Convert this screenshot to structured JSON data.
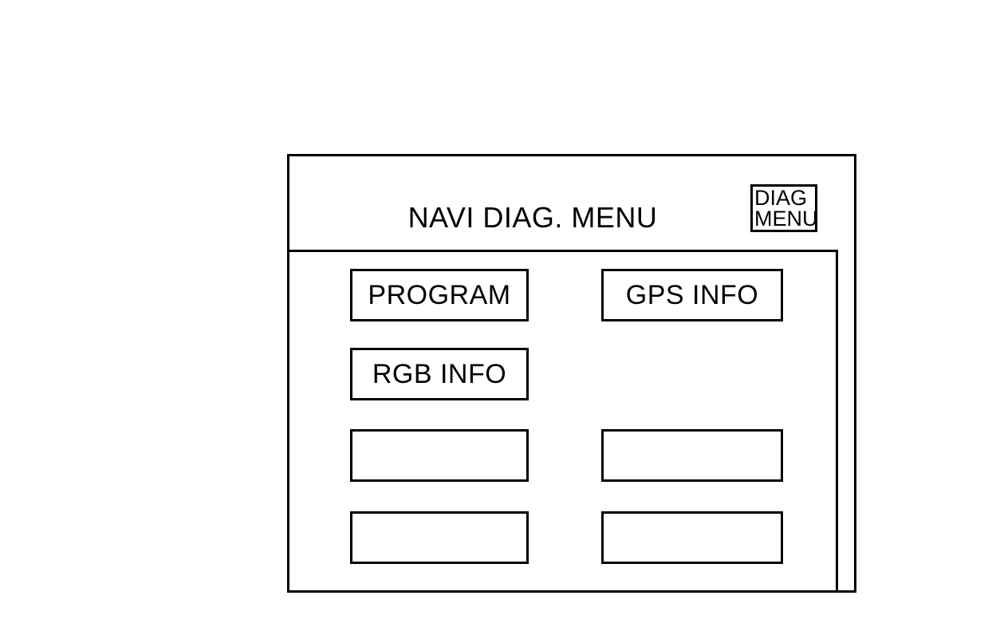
{
  "screen": {
    "header": {
      "title": "NAVI DIAG. MENU",
      "diag_menu_button": {
        "lines": [
          "DIAG",
          "MENU"
        ]
      }
    },
    "menu": {
      "buttons": [
        {
          "label": "PROGRAM"
        },
        {
          "label": "GPS INFO"
        },
        {
          "label": "RGB INFO"
        },
        {
          "label": ""
        },
        {
          "label": ""
        },
        {
          "label": ""
        },
        {
          "label": ""
        }
      ]
    },
    "colors": {
      "line": "#000000",
      "background": "#ffffff"
    }
  }
}
